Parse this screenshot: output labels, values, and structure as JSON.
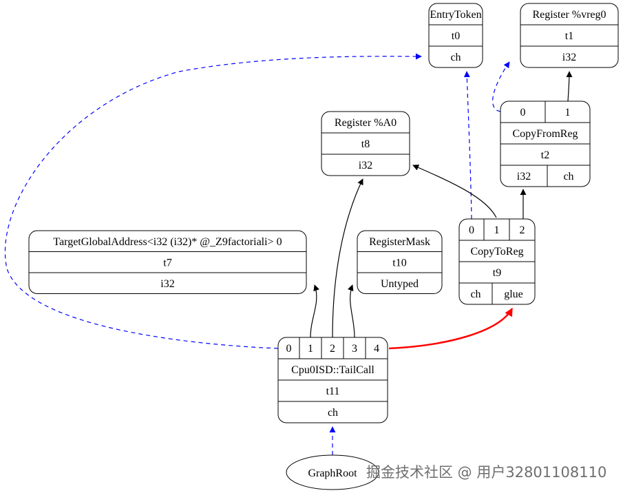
{
  "colors": {
    "node_stroke": "#000000",
    "chain_edge": "#0000ff",
    "glue_edge": "#ff0000",
    "value_edge": "#000000"
  },
  "nodes": [
    {
      "id": "entrytoken",
      "rows": [
        [
          "EntryToken"
        ],
        [
          "t0"
        ],
        [
          "ch"
        ]
      ]
    },
    {
      "id": "register-vreg0",
      "rows": [
        [
          "Register %vreg0"
        ],
        [
          "t1"
        ],
        [
          "i32"
        ]
      ]
    },
    {
      "id": "register-a0",
      "rows": [
        [
          "Register %A0"
        ],
        [
          "t8"
        ],
        [
          "i32"
        ]
      ]
    },
    {
      "id": "copyfromreg",
      "rows": [
        [
          "0",
          "1"
        ],
        [
          "CopyFromReg"
        ],
        [
          "t2"
        ],
        [
          "i32",
          "ch"
        ]
      ]
    },
    {
      "id": "targetglobaladdress",
      "rows": [
        [
          "TargetGlobalAddress<i32 (i32)* @_Z9factoriali> 0"
        ],
        [
          "t7"
        ],
        [
          "i32"
        ]
      ]
    },
    {
      "id": "registermask",
      "rows": [
        [
          "RegisterMask"
        ],
        [
          "t10"
        ],
        [
          "Untyped"
        ]
      ]
    },
    {
      "id": "copytoreg",
      "rows": [
        [
          "0",
          "1",
          "2"
        ],
        [
          "CopyToReg"
        ],
        [
          "t9"
        ],
        [
          "ch",
          "glue"
        ]
      ]
    },
    {
      "id": "tailcall",
      "rows": [
        [
          "0",
          "1",
          "2",
          "3",
          "4"
        ],
        [
          "Cpu0ISD::TailCall"
        ],
        [
          "t11"
        ],
        [
          "ch"
        ]
      ]
    }
  ],
  "root": {
    "label": "GraphRoot"
  },
  "edges": [
    {
      "from": "tailcall:0",
      "to": "entrytoken:ch",
      "style": "dashed",
      "color": "#0000ff"
    },
    {
      "from": "tailcall:1",
      "to": "targetglobaladdress",
      "style": "solid",
      "color": "#000000"
    },
    {
      "from": "tailcall:2",
      "to": "register-a0",
      "style": "solid",
      "color": "#000000"
    },
    {
      "from": "tailcall:3",
      "to": "registermask",
      "style": "solid",
      "color": "#000000"
    },
    {
      "from": "tailcall:4",
      "to": "copytoreg:glue",
      "style": "bold",
      "color": "#ff0000"
    },
    {
      "from": "copytoreg:0",
      "to": "entrytoken:ch",
      "style": "dashed",
      "color": "#0000ff"
    },
    {
      "from": "copytoreg:1",
      "to": "register-a0",
      "style": "solid",
      "color": "#000000"
    },
    {
      "from": "copytoreg:2",
      "to": "copyfromreg",
      "style": "solid",
      "color": "#000000"
    },
    {
      "from": "copyfromreg:0",
      "to": "entrytoken:ch",
      "style": "dashed",
      "color": "#0000ff"
    },
    {
      "from": "copyfromreg:1",
      "to": "register-vreg0",
      "style": "solid",
      "color": "#000000"
    },
    {
      "from": "graphroot",
      "to": "tailcall:ch",
      "style": "dashed",
      "color": "#0000ff"
    }
  ],
  "watermark": "掘金技术社区 @ 用户3280110811​0"
}
